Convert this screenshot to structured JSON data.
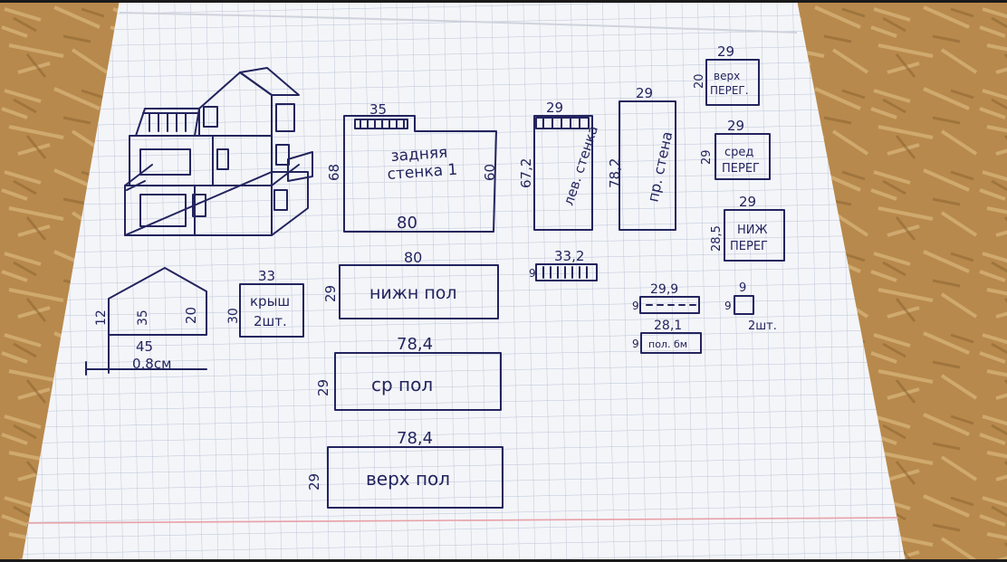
{
  "labels": {
    "back_wall_top": "35",
    "back_wall_name_1": "задняя",
    "back_wall_name_2": "стенка 1",
    "back_wall_left": "68",
    "back_wall_right": "60",
    "back_wall_bottom": "80",
    "left_wall_top": "29",
    "left_wall_side": "67,2",
    "left_wall_name": "лев. стенка",
    "right_wall_top": "29",
    "right_wall_side": "78,2",
    "right_wall_name": "пр. стена",
    "top_part_top": "29",
    "top_part_side": "20",
    "top_part_name_1": "верх",
    "top_part_name_2": "ПЕРЕГ.",
    "mid_part_top": "29",
    "mid_part_side": "29",
    "mid_part_name_1": "сред",
    "mid_part_name_2": "ПЕРЕГ",
    "low_part_top": "29",
    "low_part_side": "28,5",
    "low_part_name_1": "НИЖ",
    "low_part_name_2": "ПЕРЕГ",
    "gable_left": "12",
    "gable_mid": "35",
    "gable_right": "20",
    "gable_bottom": "45",
    "gable_thickness": "0,8см",
    "roof_top": "33",
    "roof_side": "30",
    "roof_name_1": "крыш",
    "roof_name_2": "2шт.",
    "floor_low_top": "80",
    "floor_low_side": "29",
    "floor_low_name": "нижн пол",
    "rail_side": "9",
    "rail_top": "33,2",
    "mid_floor_top": "78,4",
    "mid_floor_side": "29",
    "mid_floor_name": "ср пол",
    "top_floor_top": "78,4",
    "top_floor_side": "29",
    "top_floor_name": "верх пол",
    "strip1_top": "29,9",
    "strip1_side": "9",
    "strip2_top": "28,1",
    "strip2_side": "9",
    "strip2_name": "пол. бм",
    "small_top": "9",
    "small_side": "9",
    "small_count": "2шт."
  }
}
